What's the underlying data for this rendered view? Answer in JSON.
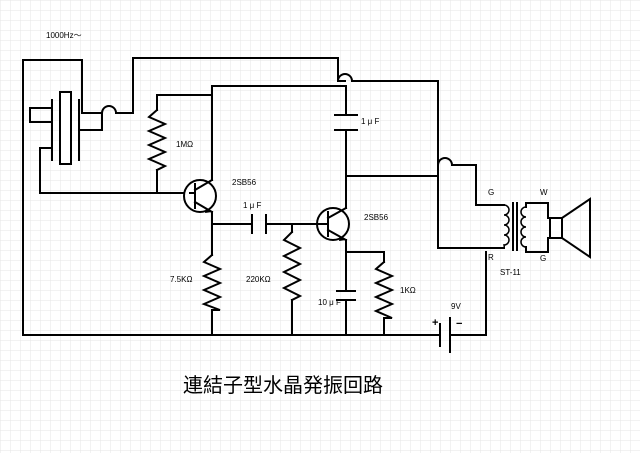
{
  "frequency_label": "1000Hz～",
  "title": "連結子型水晶発振回路",
  "components": {
    "r1": "1MΩ",
    "r2": "7.5KΩ",
    "r3": "220KΩ",
    "r4": "1KΩ",
    "c1": "1 μ F",
    "c2": "1 μ F",
    "c3": "10 μ F",
    "q1": "2SB56",
    "q2": "2SB56",
    "battery": "9V",
    "transformer": "ST-11",
    "tr_g1": "G",
    "tr_r": "R",
    "tr_w": "W",
    "tr_g2": "G",
    "bat_plus": "+",
    "bat_minus": "−"
  },
  "colors": {
    "grid": "#e6e6e6",
    "ink": "#000000",
    "background": "#ffffff"
  }
}
